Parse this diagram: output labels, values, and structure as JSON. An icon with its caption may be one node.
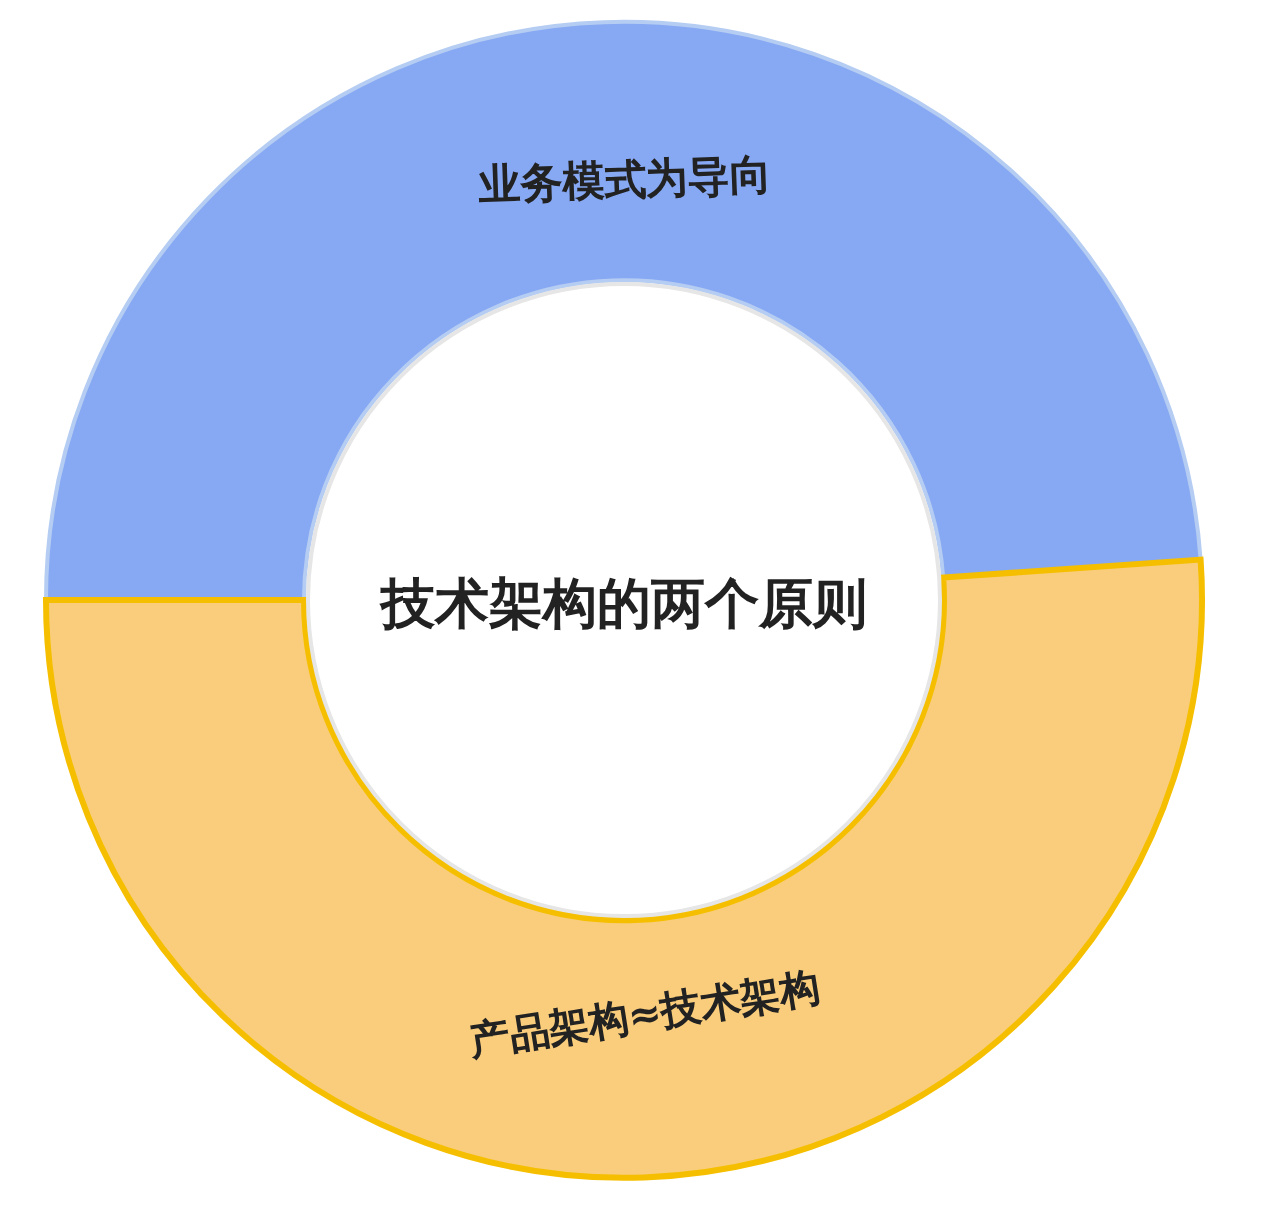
{
  "diagram": {
    "nodes": [
      {
        "text": [
          "业务模式为导向"
        ]
      },
      {
        "text": [
          "产品架构≈技术架构"
        ]
      },
      {
        "text": [
          "技术架构的两个原则"
        ]
      }
    ]
  }
}
